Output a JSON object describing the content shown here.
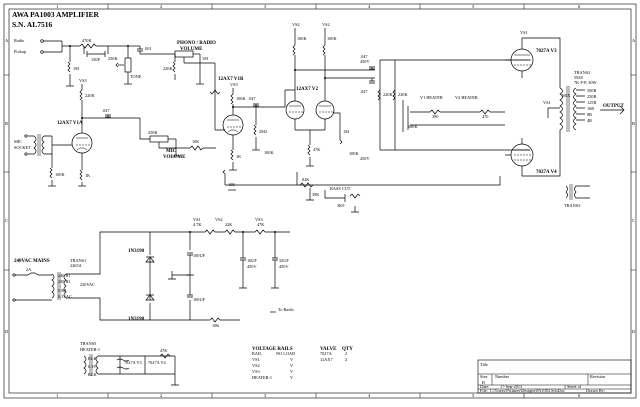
{
  "title": {
    "line1": "AWA PA1003 AMPLIFIER",
    "line2": "S.N. AL7516"
  },
  "frame": {
    "columns": [
      "1",
      "2",
      "3",
      "4",
      "5",
      "6"
    ],
    "rows": [
      "A",
      "B",
      "C",
      "D"
    ]
  },
  "inputs": {
    "radio": "Radio",
    "pickup": "Pickup"
  },
  "controls": {
    "phono_radio_volume_1": "PHONO / RADIO",
    "phono_radio_volume_2": "VOLUME",
    "tone": "TONE",
    "mic_volume_1": "MIC",
    "mic_volume_2": "VOLUME",
    "mic_socket_1": "MIC",
    "mic_socket_2": "SOCKET",
    "bass_cut": "BASS CUT"
  },
  "tubes": {
    "v1a": "12AX7 V1A",
    "v1b": "12AX7 V1B",
    "v2": "12AX7 V2",
    "v3": "7027A V3",
    "v4": "7027A V4"
  },
  "output": {
    "label": "OUTPUT",
    "trans_label_1": "TRANS2",
    "trans_label_2": "5928",
    "trans_label_3": "7K P-P, 30W",
    "taps": [
      "MIX",
      "500R",
      "250R",
      "125R",
      "16R",
      "8R",
      "4R"
    ],
    "trans3": "TRANS3"
  },
  "mains": {
    "label": "240VAC MAINS",
    "trans1_1": "TRANS1",
    "trans1_2": "2265A",
    "fuse": "2A",
    "secondary_1": "230VAC",
    "tap_240": "240 R1",
    "tap_230": "230 R1",
    "tap_0": "0 R4",
    "tap_6v3": "6.3VAC"
  },
  "heater": {
    "label_1": "TRANS5",
    "label_2": "HEATER-1",
    "pins": [
      "BLK",
      "6.3V",
      "BLK"
    ]
  },
  "supply": {
    "diode_1": "1N3190",
    "diode_2": "1N3190",
    "choke_note": "To Radio",
    "res_values": [
      "4.7K",
      "22K",
      "47K",
      "10K"
    ]
  },
  "rails_table": {
    "headers": [
      "VOLTAGE RAILS",
      "VALVE",
      "QTY"
    ],
    "rail_header": "RAIL",
    "no_load_header": "NO LOAD",
    "rails": [
      "VS1",
      "VS2",
      "VS3",
      "HEATER-1"
    ],
    "rail_units": [
      "V",
      "V",
      "V",
      "V"
    ],
    "valves": [
      "7027A",
      "12AX7"
    ],
    "qty": [
      "2",
      "2"
    ]
  },
  "title_block": {
    "title_label": "Title",
    "size_label": "Size",
    "size_value": "B",
    "number_label": "Number",
    "revision_label": "Revision",
    "date_label": "Date:",
    "date_value": "17-Sep-2013",
    "sheet_label": "Sheet of",
    "file_label": "File:",
    "file_value": "C:\\Users\\Pictures\\Designs\\PA1003.SchDoc",
    "drawn_label": "Drawn By:"
  },
  "components": {
    "r_470k": "470K",
    "r_220k": "220K",
    "r_100k": "100K",
    "r_1m": "1M",
    "r_2m2": "2M2",
    "r_47k": "47K",
    "r_10k": "10K",
    "r_1k": "1K",
    "r_250k": "250K",
    "r_82k": "82K",
    "r_680k": "680K",
    "c_0047": ".047",
    "c_150pf": "150P",
    "c_001": ".001",
    "c_16uf": "16UF",
    "c_32uf": "32UF",
    "c_100uf": "100UF",
    "v1_heater": "V1 HEATER",
    "v2_heater": "V2 HEATER",
    "vs1": "VS1",
    "vs2": "VS2",
    "vs3": "VS3",
    "r_390": "390",
    "r_470": "470",
    "c_450v": "450V",
    "r_39k": "39K",
    "r_3k9": "3K9"
  }
}
